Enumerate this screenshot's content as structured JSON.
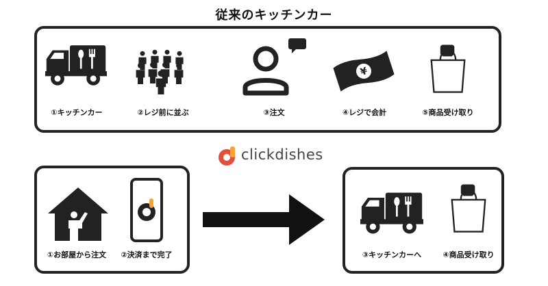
{
  "title": "従来のキッチンカー",
  "traditional_steps": [
    {
      "label": "①キッチンカー",
      "icon": "food-truck-icon"
    },
    {
      "label": "②レジ前に並ぶ",
      "icon": "queue-people-icon"
    },
    {
      "label": "③注文",
      "icon": "person-ordering-icon"
    },
    {
      "label": "④レジで会計",
      "icon": "yen-banknote-icon"
    },
    {
      "label": "⑤商品受け取り",
      "icon": "shopping-bag-icon"
    }
  ],
  "brand": {
    "name": "clickdishes",
    "icon": "clickdishes-logo-icon",
    "color": "#e0503a"
  },
  "new_steps_left": [
    {
      "label": "①お部屋から注文",
      "icon": "house-person-icon"
    },
    {
      "label": "②決済まで完了",
      "icon": "smartphone-app-icon"
    }
  ],
  "new_steps_right": [
    {
      "label": "③キッチンカーへ",
      "icon": "food-truck-icon"
    },
    {
      "label": "④商品受け取り",
      "icon": "shopping-bag-icon"
    }
  ],
  "arrow_icon": "right-arrow-icon"
}
